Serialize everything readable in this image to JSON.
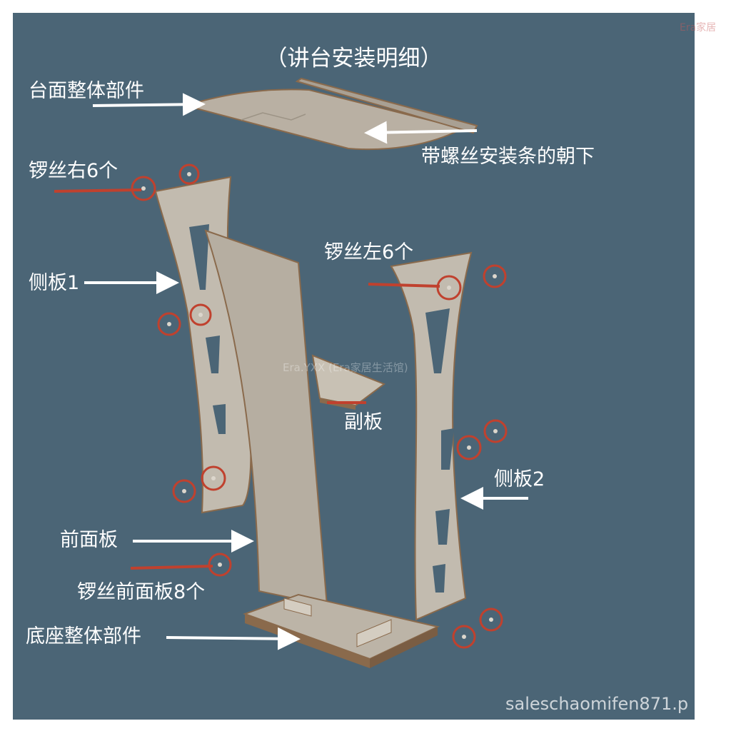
{
  "title": "（讲台安装明细）",
  "labels": {
    "top_panel": "台面整体部件",
    "screw_strip": "带螺丝安装条的朝下",
    "screw_right": "锣丝右6个",
    "side_panel_1": "侧板1",
    "screw_left": "锣丝左6个",
    "sub_panel": "副板",
    "side_panel_2": "侧板2",
    "front_panel": "前面板",
    "screw_front": "锣丝前面板8个",
    "base": "底座整体部件"
  },
  "watermarks": {
    "top_right": "Era家居",
    "center": "Era.YXX (Era家居生活馆)",
    "bottom": "saleschaomifen871.p"
  },
  "colors": {
    "background": "#4b6576",
    "panel": "#b9b0a3",
    "edge": "#8a6a4c",
    "arrow": "#ffffff",
    "screw_marker": "#c0412e"
  }
}
